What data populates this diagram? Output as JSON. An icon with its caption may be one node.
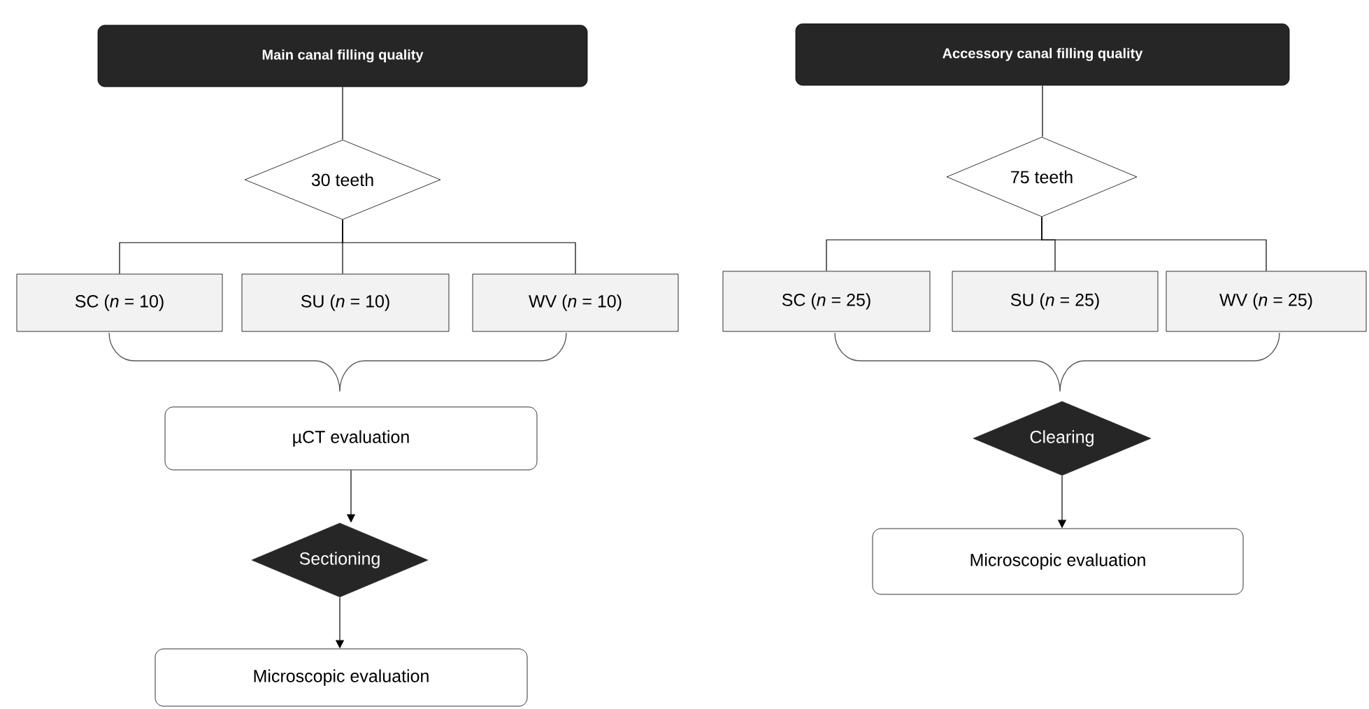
{
  "diagram": {
    "nodes": [
      {
        "text": [
          "Main canal filling quality"
        ]
      },
      {
        "text": [
          "30 teeth"
        ]
      },
      {
        "text": [
          "SC (*n* = 10)"
        ]
      },
      {
        "text": [
          "SU (*n* = 10)"
        ]
      },
      {
        "text": [
          "WV (*n* = 10)"
        ]
      },
      {
        "text": [
          "µCT evaluation"
        ]
      },
      {
        "text": [
          "Sectioning"
        ]
      },
      {
        "text": [
          "Microscopic evaluation"
        ]
      },
      {
        "text": [
          "Accessory canal filling quality"
        ]
      },
      {
        "text": [
          "75 teeth"
        ]
      },
      {
        "text": [
          "SC (*n* = 25)"
        ]
      },
      {
        "text": [
          "SU (*n* = 25)"
        ]
      },
      {
        "text": [
          "WV (*n* = 25)"
        ]
      },
      {
        "text": [
          "Clearing"
        ]
      },
      {
        "text": [
          "Microscopic evaluation"
        ]
      }
    ],
    "edges": [
      {
        "from": 0,
        "to": 1,
        "arrow": "none"
      },
      {
        "from": 1,
        "to": 2,
        "arrow": "none"
      },
      {
        "from": 1,
        "to": 3,
        "arrow": "none"
      },
      {
        "from": 1,
        "to": 4,
        "arrow": "none"
      },
      {
        "from": 5,
        "to": 6,
        "arrow": "to"
      },
      {
        "from": 6,
        "to": 7,
        "arrow": "to"
      },
      {
        "from": 8,
        "to": 9,
        "arrow": "none"
      },
      {
        "from": 9,
        "to": 10,
        "arrow": "none"
      },
      {
        "from": 9,
        "to": 11,
        "arrow": "none"
      },
      {
        "from": 9,
        "to": 12,
        "arrow": "none"
      },
      {
        "from": 13,
        "to": 14,
        "arrow": "to"
      }
    ]
  }
}
